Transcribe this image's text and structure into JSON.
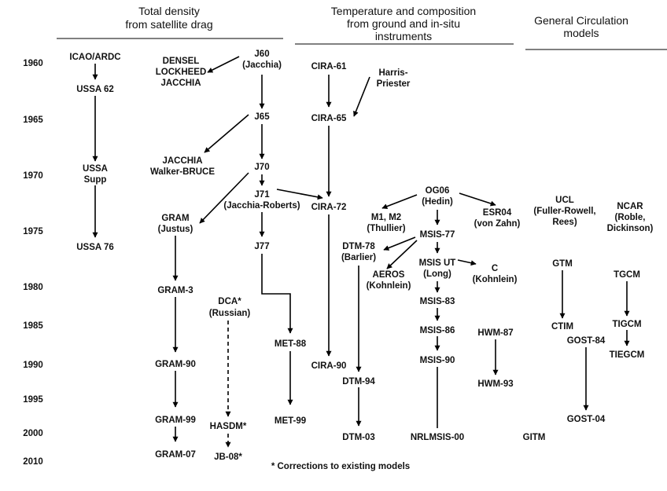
{
  "headers": {
    "drag": [
      "Total density",
      "from satellite drag"
    ],
    "instruments": [
      "Temperature and composition",
      "from ground and in-situ",
      "instruments"
    ],
    "gcm": [
      "General Circulation",
      "models"
    ]
  },
  "years": [
    "1960",
    "1965",
    "1970",
    "1975",
    "1980",
    "1985",
    "1990",
    "1995",
    "2000",
    "2010"
  ],
  "models": {
    "icao": [
      "ICAO/ARDC"
    ],
    "ussa62": [
      "USSA 62"
    ],
    "ussa_supp": [
      "USSA",
      "Supp"
    ],
    "ussa76": [
      "USSA 76"
    ],
    "densel": [
      "DENSEL",
      "LOCKHEED",
      "JACCHIA"
    ],
    "j60": [
      "J60",
      "(Jacchia)"
    ],
    "j65": [
      "J65"
    ],
    "jacchia_wb": [
      "JACCHIA",
      "Walker-BRUCE"
    ],
    "j70": [
      "J70"
    ],
    "j71": [
      "J71",
      "(Jacchia-Roberts)"
    ],
    "gram": [
      "GRAM",
      "(Justus)"
    ],
    "j77": [
      "J77"
    ],
    "gram3": [
      "GRAM-3"
    ],
    "dca": [
      "DCA*",
      "(Russian)"
    ],
    "met88": [
      "MET-88"
    ],
    "gram90": [
      "GRAM-90"
    ],
    "gram99": [
      "GRAM-99"
    ],
    "hasdm": [
      "HASDM*"
    ],
    "met99": [
      "MET-99"
    ],
    "gram07": [
      "GRAM-07"
    ],
    "jb08": [
      "JB-08*"
    ],
    "cira61": [
      "CIRA-61"
    ],
    "harris": [
      "Harris-",
      "Priester"
    ],
    "cira65": [
      "CIRA-65"
    ],
    "cira72": [
      "CIRA-72"
    ],
    "og06": [
      "OG06",
      "(Hedin)"
    ],
    "m1m2": [
      "M1, M2",
      "(Thullier)"
    ],
    "esr04": [
      "ESR04",
      "(von Zahn)"
    ],
    "msis77": [
      "MSIS-77"
    ],
    "dtm78": [
      "DTM-78",
      "(Barlier)"
    ],
    "msis_ut": [
      "MSIS UT",
      "(Long)"
    ],
    "c_kohn": [
      "C",
      "(Kohnlein)"
    ],
    "aeros": [
      "AEROS",
      "(Kohnlein)"
    ],
    "msis83": [
      "MSIS-83"
    ],
    "msis86": [
      "MSIS-86"
    ],
    "hwm87": [
      "HWM-87"
    ],
    "cira90": [
      "CIRA-90"
    ],
    "msis90": [
      "MSIS-90"
    ],
    "hwm93": [
      "HWM-93"
    ],
    "dtm94": [
      "DTM-94"
    ],
    "dtm03": [
      "DTM-03"
    ],
    "nrlmsis": [
      "NRLMSIS-00"
    ],
    "gitm": [
      "GITM"
    ],
    "ucl": [
      "UCL",
      "(Fuller-Rowell,",
      "Rees)"
    ],
    "ncar": [
      "NCAR",
      "(Roble,",
      "Dickinson)"
    ],
    "gtm": [
      "GTM"
    ],
    "tgcm": [
      "TGCM"
    ],
    "ctim": [
      "CTIM"
    ],
    "tigcm": [
      "TIGCM"
    ],
    "gost84": [
      "GOST-84"
    ],
    "tiegcm": [
      "TIEGCM"
    ],
    "gost04": [
      "GOST-04"
    ]
  },
  "footnote": "* Corrections to existing models"
}
